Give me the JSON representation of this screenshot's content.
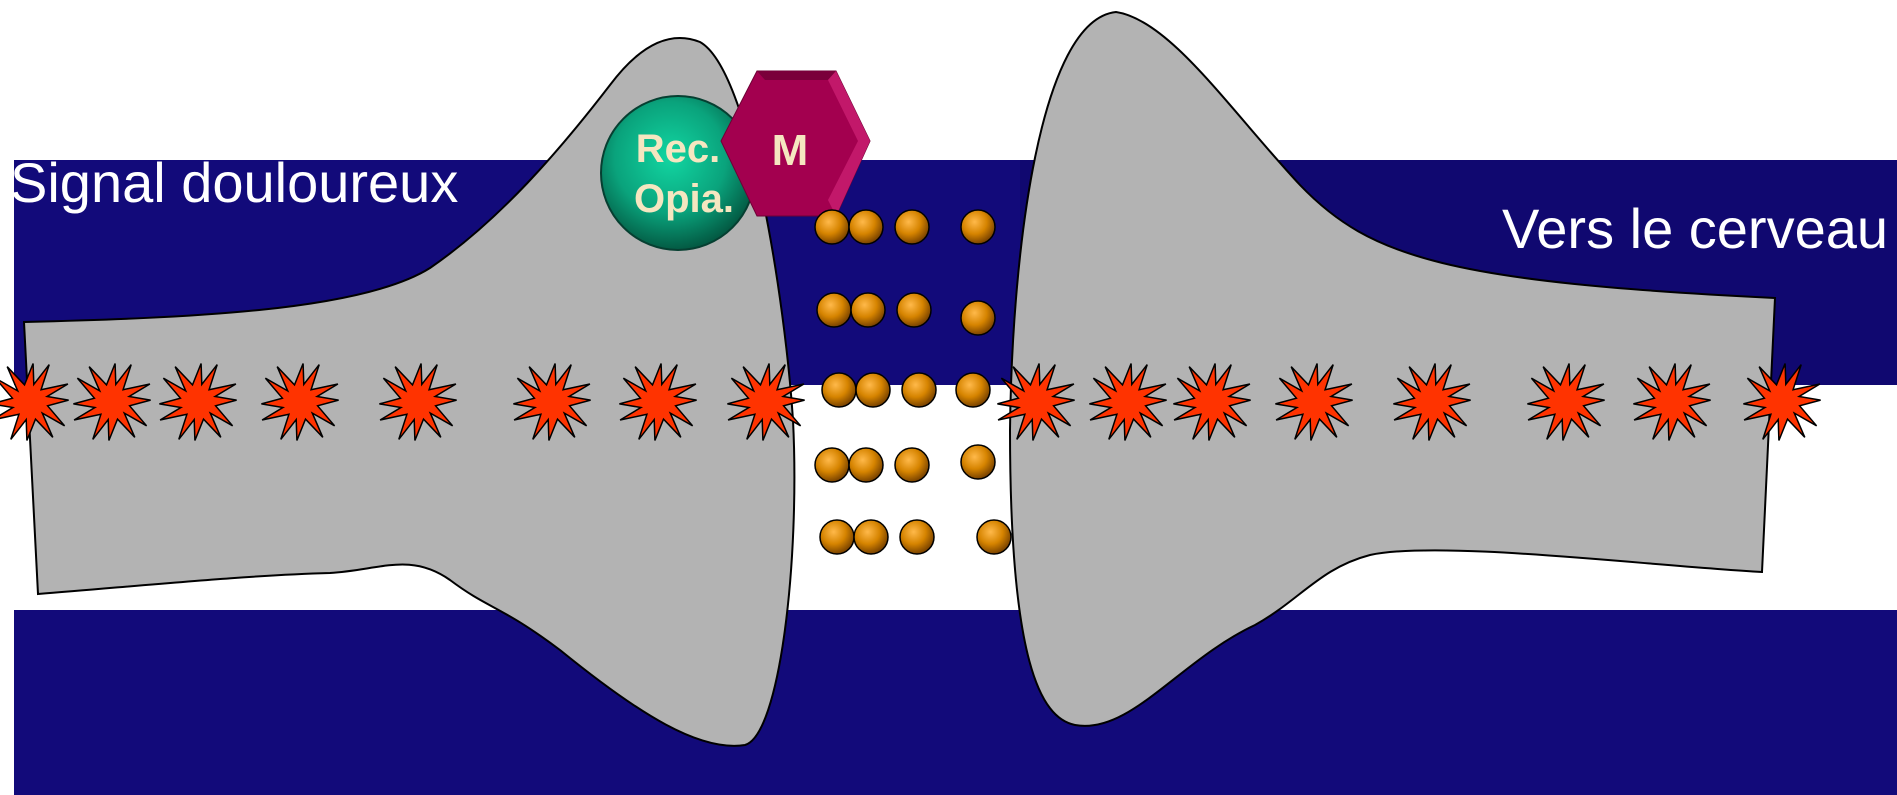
{
  "labels": {
    "left": "Signal douloureux",
    "right": "Vers le cerveau",
    "receptor_line1": "Rec.",
    "receptor_line2": "Opia.",
    "molecule": "M"
  },
  "colors": {
    "background": "#ffffff",
    "band": "#120a7a",
    "band_top_right": "#100870",
    "neuron_fill": "#b3b3b3",
    "neuron_stroke": "#000000",
    "signal_star": "#ff3300",
    "vesicle": "#c97a00",
    "receptor": "#0aa37c",
    "molecule": "#a3004f",
    "receptor_text": "#f5e6c0",
    "label_text": "#ffffff"
  },
  "icons": {
    "signal": "red-starburst-icon",
    "vesicle": "neurotransmitter-vesicle-icon",
    "receptor": "opioid-receptor-icon",
    "molecule": "morphine-molecule-icon"
  }
}
